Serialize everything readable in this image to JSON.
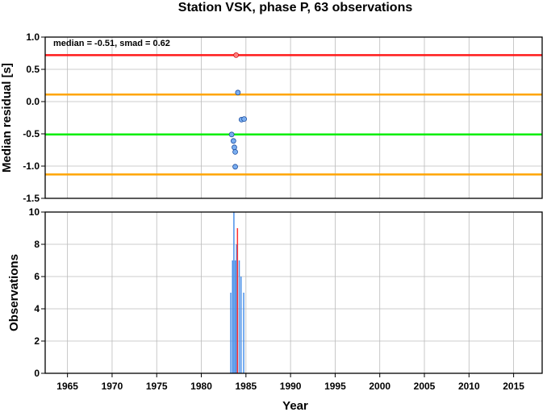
{
  "chart_data": [
    {
      "type": "scatter",
      "title": "Station VSK, phase P, 63 observations",
      "annotation": "median = -0.51, smad = 0.62",
      "xlabel": "",
      "ylabel": "Median residual [s]",
      "xlim": [
        1962.5,
        2018.2
      ],
      "ylim": [
        -1.5,
        1.0
      ],
      "yticks": [
        "1.0",
        "0.5",
        "0.0",
        "-0.5",
        "-1.0",
        "-1.5"
      ],
      "grid": true,
      "reference_lines": [
        {
          "value": 0.72,
          "color": "#ff1a1a"
        },
        {
          "value": 0.11,
          "color": "#ffa500"
        },
        {
          "value": -0.51,
          "color": "#00ee00"
        },
        {
          "value": -1.13,
          "color": "#ffa500"
        }
      ],
      "points": [
        {
          "x": 1983.4,
          "y": -0.51
        },
        {
          "x": 1983.6,
          "y": -0.61
        },
        {
          "x": 1983.7,
          "y": -0.71
        },
        {
          "x": 1983.8,
          "y": -0.78
        },
        {
          "x": 1983.8,
          "y": -1.01
        },
        {
          "x": 1984.1,
          "y": 0.14
        },
        {
          "x": 1984.5,
          "y": -0.28
        },
        {
          "x": 1984.8,
          "y": -0.27
        }
      ],
      "outlier_points": [
        {
          "x": 1983.9,
          "y": 0.72
        }
      ],
      "colors": {
        "point_fill": "#7aaef0",
        "point_stroke": "#1f4fa0",
        "outlier_fill": "#ff8080",
        "outlier_stroke": "#d01010"
      }
    },
    {
      "type": "bar",
      "title": "",
      "xlabel": "Year",
      "ylabel": "Observations",
      "xlim": [
        1962.5,
        2018.2
      ],
      "ylim": [
        0,
        10
      ],
      "yticks": [
        "0",
        "2",
        "4",
        "6",
        "8",
        "10"
      ],
      "xticks": [
        "1965",
        "1970",
        "1975",
        "1980",
        "1985",
        "1990",
        "1995",
        "2000",
        "2005",
        "2010",
        "2015"
      ],
      "grid": true,
      "bars": [
        {
          "x": 1983.3,
          "value": 5
        },
        {
          "x": 1983.5,
          "value": 7
        },
        {
          "x": 1983.65,
          "value": 10
        },
        {
          "x": 1983.8,
          "value": 7
        },
        {
          "x": 1983.95,
          "value": 8
        },
        {
          "x": 1984.05,
          "value": 9,
          "highlight": true
        },
        {
          "x": 1984.25,
          "value": 7
        },
        {
          "x": 1984.45,
          "value": 6
        },
        {
          "x": 1984.75,
          "value": 5
        }
      ],
      "colors": {
        "bar": "#4a90e8",
        "highlight": "#ff3030"
      }
    }
  ]
}
